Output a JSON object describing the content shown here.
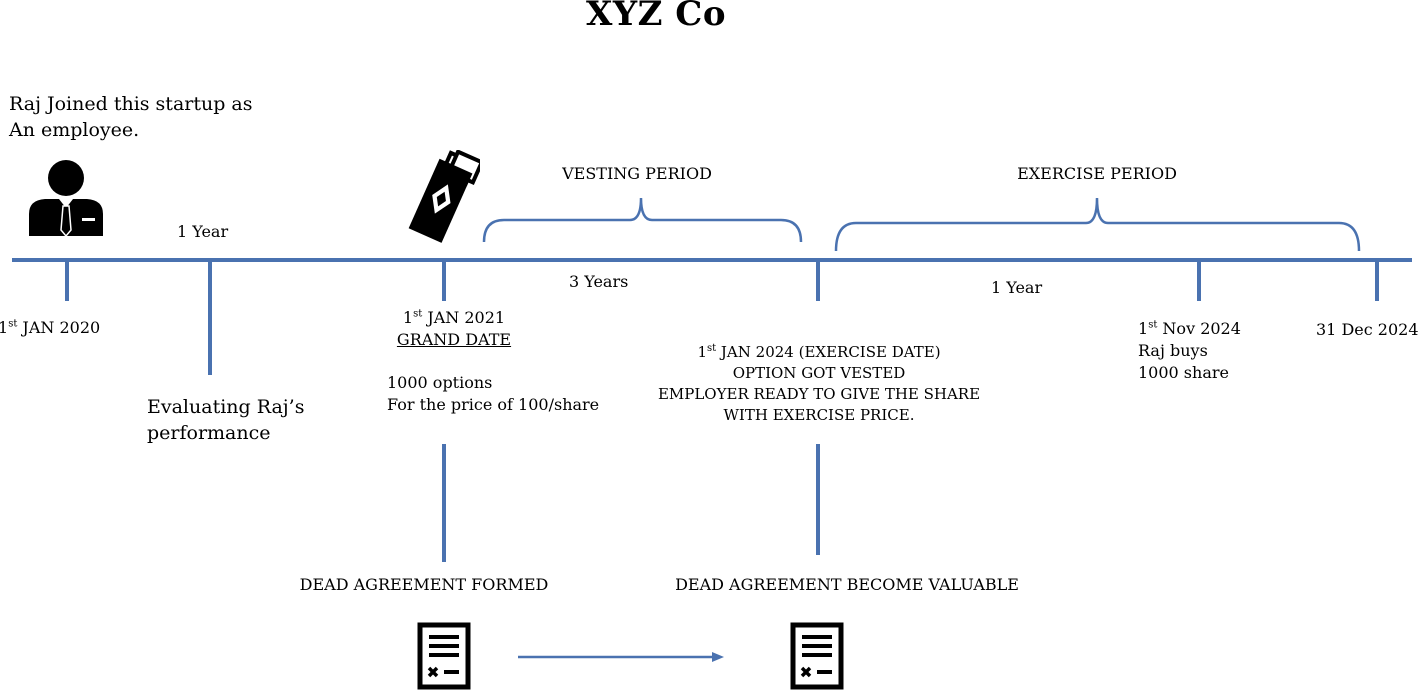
{
  "title": "XYZ Co",
  "colors": {
    "timeline": "#4a72b0",
    "icon": "#000000"
  },
  "intro": {
    "line1": "Raj Joined this startup as",
    "line2": "An employee."
  },
  "periods": {
    "vesting_label": "VESTING PERIOD",
    "exercise_label": "EXERCISE PERIOD"
  },
  "durations": {
    "first": "1 Year",
    "vesting": "3 Years",
    "exercise": "1 Year"
  },
  "milestones": {
    "join": {
      "day": "1",
      "sup": "st",
      "rest": " JAN 2020"
    },
    "evaluation": {
      "line1": "Evaluating Raj’s",
      "line2": "performance"
    },
    "grant": {
      "day": "1",
      "sup": "st",
      "rest": " JAN 2021",
      "label": "GRAND DATE",
      "detail1": "1000 options",
      "detail2": "For the price of 100/share"
    },
    "exercise": {
      "day": "1",
      "sup": "st",
      "rest": " JAN 2024 (EXERCISE DATE)",
      "line2": "OPTION GOT VESTED",
      "line3": "EMPLOYER READY TO GIVE THE SHARE",
      "line4": "WITH EXERCISE PRICE."
    },
    "purchase": {
      "day": "1",
      "sup": "st",
      "rest": " Nov 2024",
      "line2": "Raj buys",
      "line3": "1000 share"
    },
    "end": {
      "date": "31 Dec 2024"
    }
  },
  "agreements": {
    "formed": "DEAD AGREEMENT FORMED",
    "valuable": "DEAD AGREEMENT BECOME VALUABLE"
  },
  "icons": {
    "employee": "businessman-icon",
    "grant": "money-banknote-icon",
    "document": "document-icon"
  }
}
